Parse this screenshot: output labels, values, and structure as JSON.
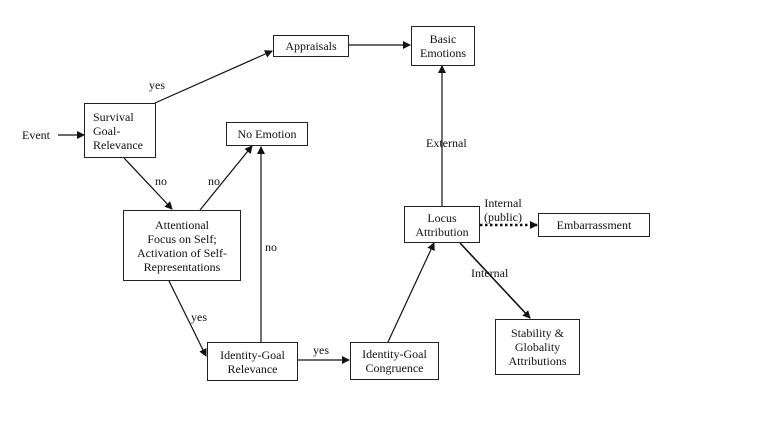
{
  "nodes": {
    "event": "Event",
    "survival": "Survival\nGoal-\nRelevance",
    "appraisals": "Appraisals",
    "basic_emotions": "Basic\nEmotions",
    "no_emotion": "No Emotion",
    "attentional": "Attentional\nFocus on Self;\nActivation of Self-\nRepresentations",
    "identity_relevance": "Identity-Goal\nRelevance",
    "identity_congruence": "Identity-Goal\nCongruence",
    "locus": "Locus\nAttribution",
    "embarrassment": "Embarrassment",
    "stability": "Stability &\nGlobality\nAttributions"
  },
  "edge_labels": {
    "survival_to_appraisals": "yes",
    "survival_to_attentional": "no",
    "attentional_to_no_emotion": "no",
    "relevance_to_no_emotion": "no",
    "attentional_to_relevance": "yes",
    "relevance_to_congruence": "yes",
    "locus_to_basic": "External",
    "locus_to_embarrassment": "Internal\n(public)",
    "locus_to_stability": "Internal"
  }
}
